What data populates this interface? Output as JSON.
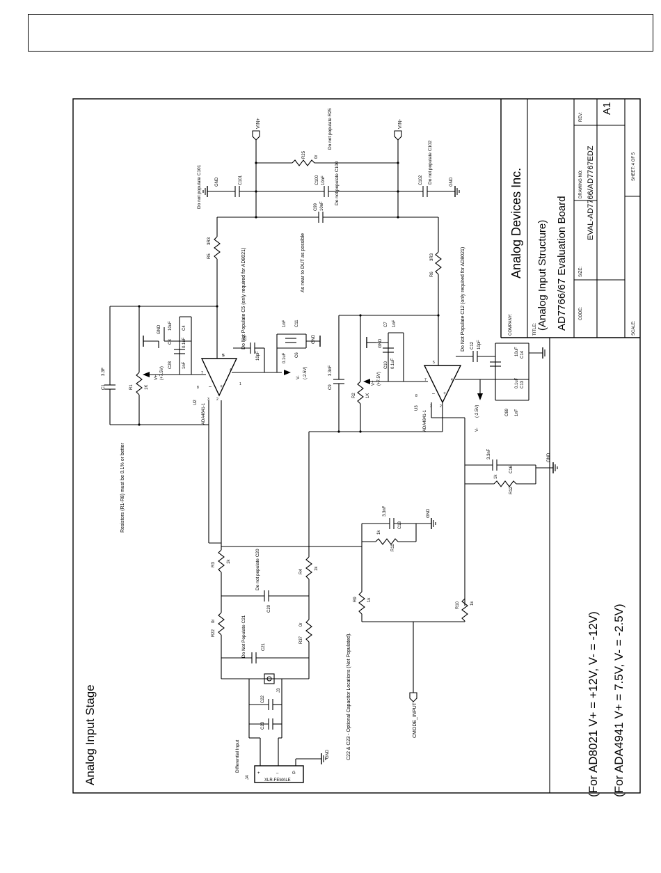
{
  "title_block": {
    "company": "Analog Devices Inc.",
    "title_line1": "(Analog Input Structure)",
    "title_line2": "AD7766/67 Evaluation Board",
    "rev_label": "REV:",
    "rev": "A1",
    "drawing_no_label": "DRAWING NO:",
    "drawing_no": "EVAL-AD7766/AD7767EDZ",
    "sheet": "SHEET: 4 OF 5",
    "company_label": "COMPANY:",
    "title_label": "TITLE:",
    "code_label": "CODE:",
    "size_label": "SIZE:",
    "scale_label": "SCALE:"
  },
  "notes": {
    "section_title": "Analog Input Stage",
    "supply_note1": "(For AD8021 V+ = +12V, V- = -12V)",
    "supply_note2": "(For ADA4941 V+ = 7.5V, V- = -2.5V)",
    "resistor_note": "Resistors (R1-R8) must be 0.1% or better",
    "c22_note": "C22 & C23 - Optional Capacitor Locations (Not Populated).",
    "near_dut": "As near to DUT as possible",
    "c5_note": "Do Not Populate C5 (only required for AD8021)",
    "c12_note": "Do Not Populate C12 (only required for AD8021)",
    "c101_note": "Do not populate C101",
    "c102_note": "Do not populate C102",
    "r25_note": "Do not populate R25",
    "c100_note": "Do not populate C100",
    "c20_note": "Do not populate C20",
    "c21_note": "Do Not Populate C21",
    "diff_input": "Differential Input"
  },
  "nets": {
    "vin_plus": "VIN+",
    "vin_minus": "VIN-",
    "cmode": "CMODE_INPUT",
    "gnd": "GND",
    "vplus": "V+",
    "vminus": "V-",
    "vplus_val": "(+7.5V)",
    "vminus_val": "(-2.5V)"
  },
  "parts": {
    "u2": "U2",
    "u3": "U3",
    "ada": "ADA4841-1",
    "j4": "J4",
    "xlr": "XLR-FEMALE",
    "j3": "J3",
    "r1": "R1",
    "r1v": "1K",
    "r2": "R2",
    "r2v": "1K",
    "r3": "R3",
    "r3v": "1k",
    "r4": "R4",
    "r4v": "1k",
    "r5": "R5",
    "r5v": "3R3",
    "r6": "R6",
    "r6v": "3R3",
    "r9": "R9",
    "r9v": "1k",
    "r10": "R10",
    "r10v": "1k",
    "r11": "R11",
    "r11v": "1k",
    "r12": "R12",
    "r12v": "1k",
    "r22": "R22",
    "r22v": "0r",
    "r37": "R37",
    "r37v": "0r",
    "r25": "R25",
    "r25v": "0r",
    "c1": "C1",
    "c1v": "3.3F",
    "c9": "C9",
    "c9v": "3.3nF",
    "c3": "C3",
    "c3v": "10uF",
    "c4": "C4",
    "c28": "C28",
    "c28v": "1nF",
    "c01v": "0.1uF",
    "c5": "C5",
    "c5v": "10pF",
    "c6": "C6",
    "c6v": "0.1uF",
    "c11": "C11",
    "c11v": "1nF",
    "c7": "C7",
    "c7v": "1nF",
    "c10": "C10",
    "c10v": "0.1uF",
    "c12": "C12",
    "c12v": "10pF",
    "c13": "C13",
    "c13v": "0.1uF",
    "c14": "C14",
    "c14v": "10uF",
    "c69": "C69",
    "c69v": "1nF",
    "c16": "C16",
    "c16v": "3.3nF",
    "c18": "C18",
    "c18v": "3.3nF",
    "c20": "C20",
    "c21": "C21",
    "c22": "C22",
    "c23": "C23",
    "c99": "C99",
    "c99v": "10nF",
    "c100": "C100",
    "c100v": "10nF",
    "c101": "C101",
    "c102": "C102"
  }
}
